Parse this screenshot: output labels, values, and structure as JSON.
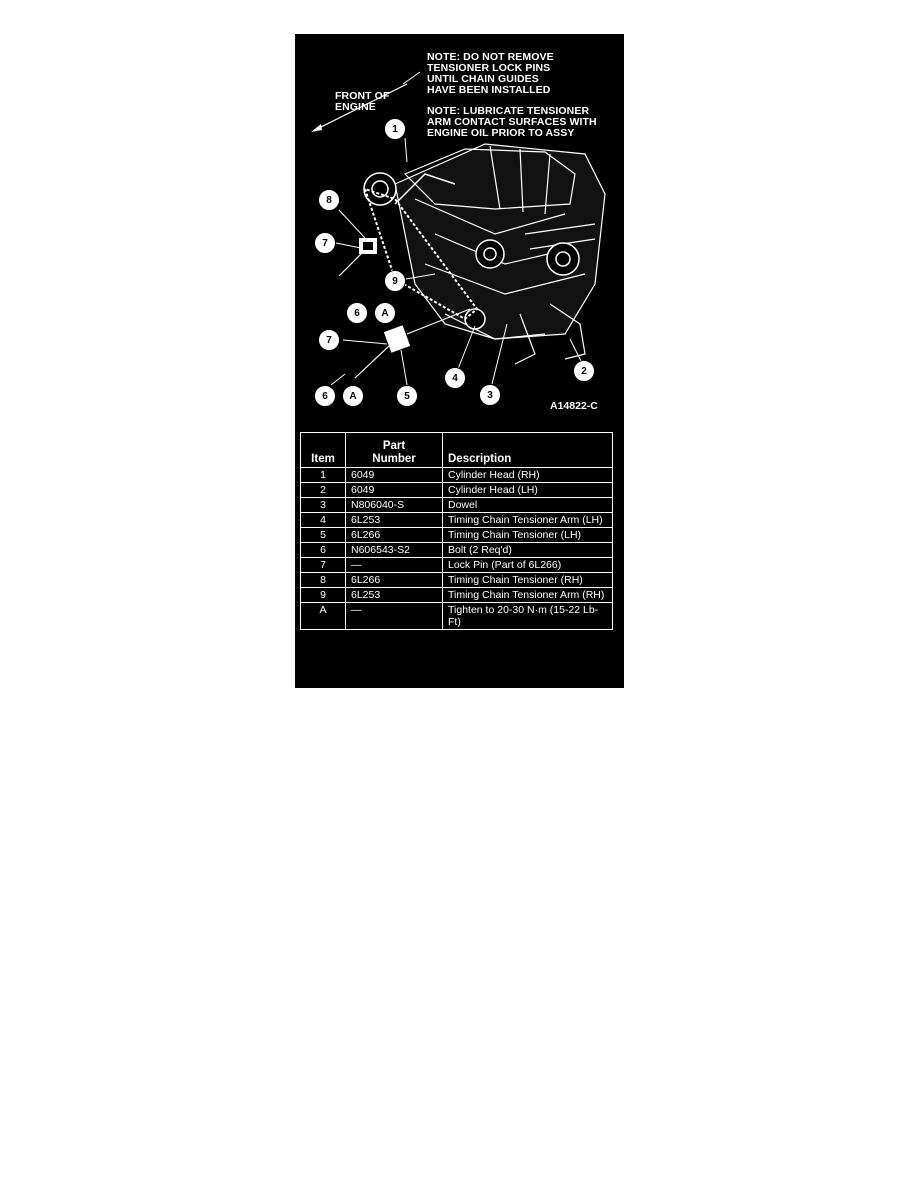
{
  "figure": {
    "note_1": "NOTE: DO NOT REMOVE\nTENSIONER LOCK PINS\nUNTIL CHAIN GUIDES\nHAVE BEEN INSTALLED",
    "note_2": "NOTE: LUBRICATE TENSIONER\nARM CONTACT SURFACES WITH\nENGINE OIL PRIOR TO ASSY",
    "front_label": "FRONT OF\nENGINE",
    "figure_id": "A14822-C",
    "callouts": [
      "1",
      "8",
      "7",
      "9",
      "6",
      "A",
      "7",
      "4",
      "3",
      "2",
      "6",
      "A",
      "5"
    ]
  },
  "table": {
    "headers": {
      "item": "Item",
      "part_number": "Part\nNumber",
      "description": "Description"
    },
    "rows": [
      {
        "item": "1",
        "part": "6049",
        "desc": "Cylinder Head (RH)"
      },
      {
        "item": "2",
        "part": "6049",
        "desc": "Cylinder Head (LH)"
      },
      {
        "item": "3",
        "part": "N806040-S",
        "desc": "Dowel"
      },
      {
        "item": "4",
        "part": "6L253",
        "desc": "Timing Chain Tensioner Arm (LH)"
      },
      {
        "item": "5",
        "part": "6L266",
        "desc": "Timing Chain Tensioner (LH)"
      },
      {
        "item": "6",
        "part": "N606543-S2",
        "desc": "Bolt (2 Req'd)"
      },
      {
        "item": "7",
        "part": "—",
        "desc": "Lock Pin (Part of 6L266)"
      },
      {
        "item": "8",
        "part": "6L266",
        "desc": "Timing Chain Tensioner (RH)"
      },
      {
        "item": "9",
        "part": "6L253",
        "desc": "Timing Chain Tensioner Arm (RH)"
      },
      {
        "item": "A",
        "part": "—",
        "desc": "Tighten to 20-30 N·m (15-22 Lb-Ft)"
      }
    ]
  }
}
